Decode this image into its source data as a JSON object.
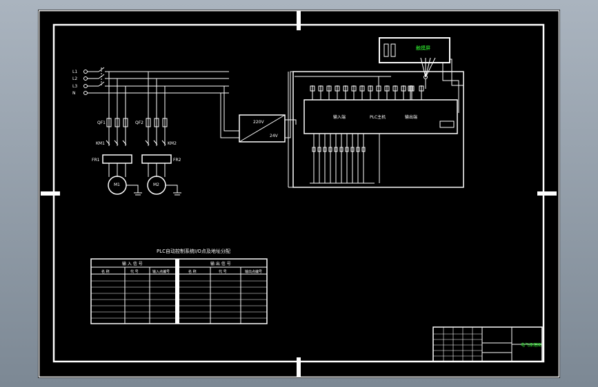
{
  "colors": {
    "background": "#000000",
    "lines": "#ffffff",
    "highlight": "#33ff33",
    "window": "#8d99a6"
  },
  "power": {
    "phases": [
      "L1",
      "L2",
      "L3",
      "N"
    ]
  },
  "motors": [
    {
      "label": "M1",
      "breaker": "QF1",
      "contactor": "KM1",
      "relay": "FR1"
    },
    {
      "label": "M2",
      "breaker": "QF2",
      "contactor": "KM2",
      "relay": "FR2"
    }
  ],
  "psu": {
    "label_in": "220V",
    "label_out": "24V"
  },
  "plc": {
    "label_left": "输入端",
    "label_center": "PLC主机",
    "label_right": "输出端"
  },
  "hmi": {
    "label": "触摸屏"
  },
  "io_table": {
    "title": "PLC自动控制系统I/O点及地址分配",
    "input_header": "输 入 信 号",
    "output_header": "输 出 信 号",
    "columns": [
      "名 称",
      "代 号",
      "输入点编号",
      "名 称",
      "代 号",
      "输出点编号"
    ]
  },
  "title_block": {
    "drawing_name": "电气原理图"
  }
}
